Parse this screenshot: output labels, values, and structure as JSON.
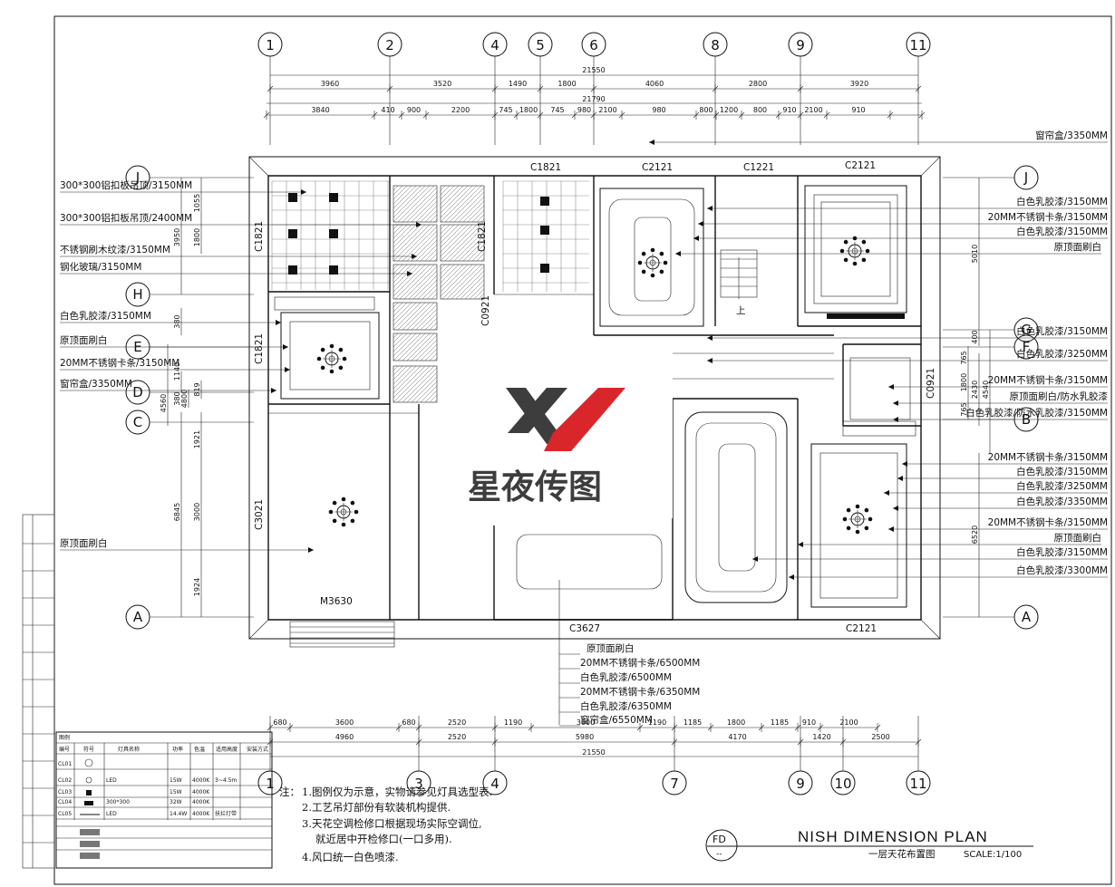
{
  "axes_top": [
    "1",
    "2",
    "4",
    "5",
    "6",
    "8",
    "9",
    "11"
  ],
  "axes_bottom": [
    "1",
    "3",
    "4",
    "7",
    "9",
    "10",
    "11"
  ],
  "axes_left": [
    "J",
    "H",
    "E",
    "D",
    "C",
    "A"
  ],
  "axes_right": [
    "J",
    "G",
    "F",
    "B",
    "A"
  ],
  "dims_top_total": [
    "21550",
    "21790"
  ],
  "dims_top_row1": [
    "3960",
    "3520",
    "1490",
    "1800",
    "4060",
    "2800",
    "3920"
  ],
  "dims_top_row2": [
    "3840",
    "410",
    "900",
    "2200",
    "745",
    "1800",
    "745",
    "980",
    "2100",
    "980",
    "800",
    "1200",
    "800",
    "910",
    "2100",
    "910"
  ],
  "dims_bottom_row1": [
    "680",
    "3600",
    "680",
    "2520",
    "1190",
    "3600",
    "1190",
    "1185",
    "1800",
    "1185",
    "910",
    "2100"
  ],
  "dims_bottom_row2": [
    "4960",
    "2520",
    "5980",
    "4170",
    "1420",
    "2500"
  ],
  "dims_bottom_total": "21550",
  "dims_left": [
    "1055",
    "1800",
    "3950",
    "380",
    "1140",
    "380",
    "4560",
    "4800",
    "819",
    "1921",
    "3000",
    "6845",
    "1924"
  ],
  "dims_right": [
    "5010",
    "400",
    "765",
    "1800",
    "2430",
    "765",
    "4540",
    "6520"
  ],
  "windows": [
    "C1821",
    "C2121",
    "C1221",
    "C2121",
    "C1821",
    "C1821",
    "C3021",
    "M3630",
    "C3627",
    "C2121",
    "C0921",
    "C0921"
  ],
  "labels_left": [
    "300*300铝扣板吊顶/3150MM",
    "300*300铝扣板吊顶/2400MM",
    "不锈钢刷木纹漆/3150MM",
    "钢化玻璃/3150MM",
    "白色乳胶漆/3150MM",
    "原顶面刷白",
    "20MM不锈钢卡条/3150MM",
    "窗帘盒/3350MM",
    "原顶面刷白"
  ],
  "labels_right": [
    "窗帘盒/3350MM",
    "白色乳胶漆/3150MM",
    "20MM不锈钢卡条/3150MM",
    "白色乳胶漆/3150MM",
    "原顶面刷白",
    "白色乳胶漆/3150MM",
    "白色乳胶漆/3250MM",
    "20MM不锈钢卡条/3150MM",
    "原顶面刷白/防水乳胶漆",
    "白色乳胶漆/防水乳胶漆/3150MM",
    "20MM不锈钢卡条/3150MM",
    "白色乳胶漆/3150MM",
    "白色乳胶漆/3250MM",
    "白色乳胶漆/3350MM",
    "20MM不锈钢卡条/3150MM",
    "原顶面刷白",
    "白色乳胶漆/3150MM",
    "白色乳胶漆/3300MM"
  ],
  "labels_bottom": [
    "原顶面刷白",
    "20MM不锈钢卡条/6500MM",
    "白色乳胶漆/6500MM",
    "20MM不锈钢卡条/6350MM",
    "白色乳胶漆/6350MM",
    "窗帘盒/6550MM"
  ],
  "stair_label": "上",
  "legend": {
    "title": "图例",
    "headers": [
      "编号",
      "符号",
      "灯具名称",
      "功率",
      "色温",
      "适用高度",
      "安装方式"
    ],
    "rows": [
      {
        "code": "CL01",
        "name": "",
        "power": "",
        "temp": "",
        "height": ""
      },
      {
        "code": "CL02",
        "name": "LED",
        "power": "15W",
        "temp": "4000K",
        "height": "3~4.5m"
      },
      {
        "code": "CL03",
        "name": "",
        "power": "15W",
        "temp": "4000K",
        "height": ""
      },
      {
        "code": "CL04",
        "name": "300*300",
        "power": "32W",
        "temp": "4000K",
        "height": ""
      },
      {
        "code": "CL05",
        "name": "LED",
        "power": "14.4W",
        "temp": "4000K",
        "height": "扶拦灯带"
      }
    ]
  },
  "notes": {
    "prefix": "注：",
    "lines": [
      "1.图例仅为示意，实物请参见灯具选型表.",
      "2.工艺吊灯部份有软装机构提供.",
      "3.天花空调检修口根据现场实际空调位,",
      "就近居中开检修口(一口多用).",
      "4.风口统一白色喷漆."
    ]
  },
  "title_block": {
    "code": "FD",
    "sub": "--",
    "title_en": "NISH DIMENSION PLAN",
    "title_cn": "一层天花布置图",
    "scale": "SCALE:1/100"
  },
  "watermark": {
    "text": "星夜传图",
    "color_dark": "#3d3d3d",
    "color_red": "#d9262b"
  }
}
